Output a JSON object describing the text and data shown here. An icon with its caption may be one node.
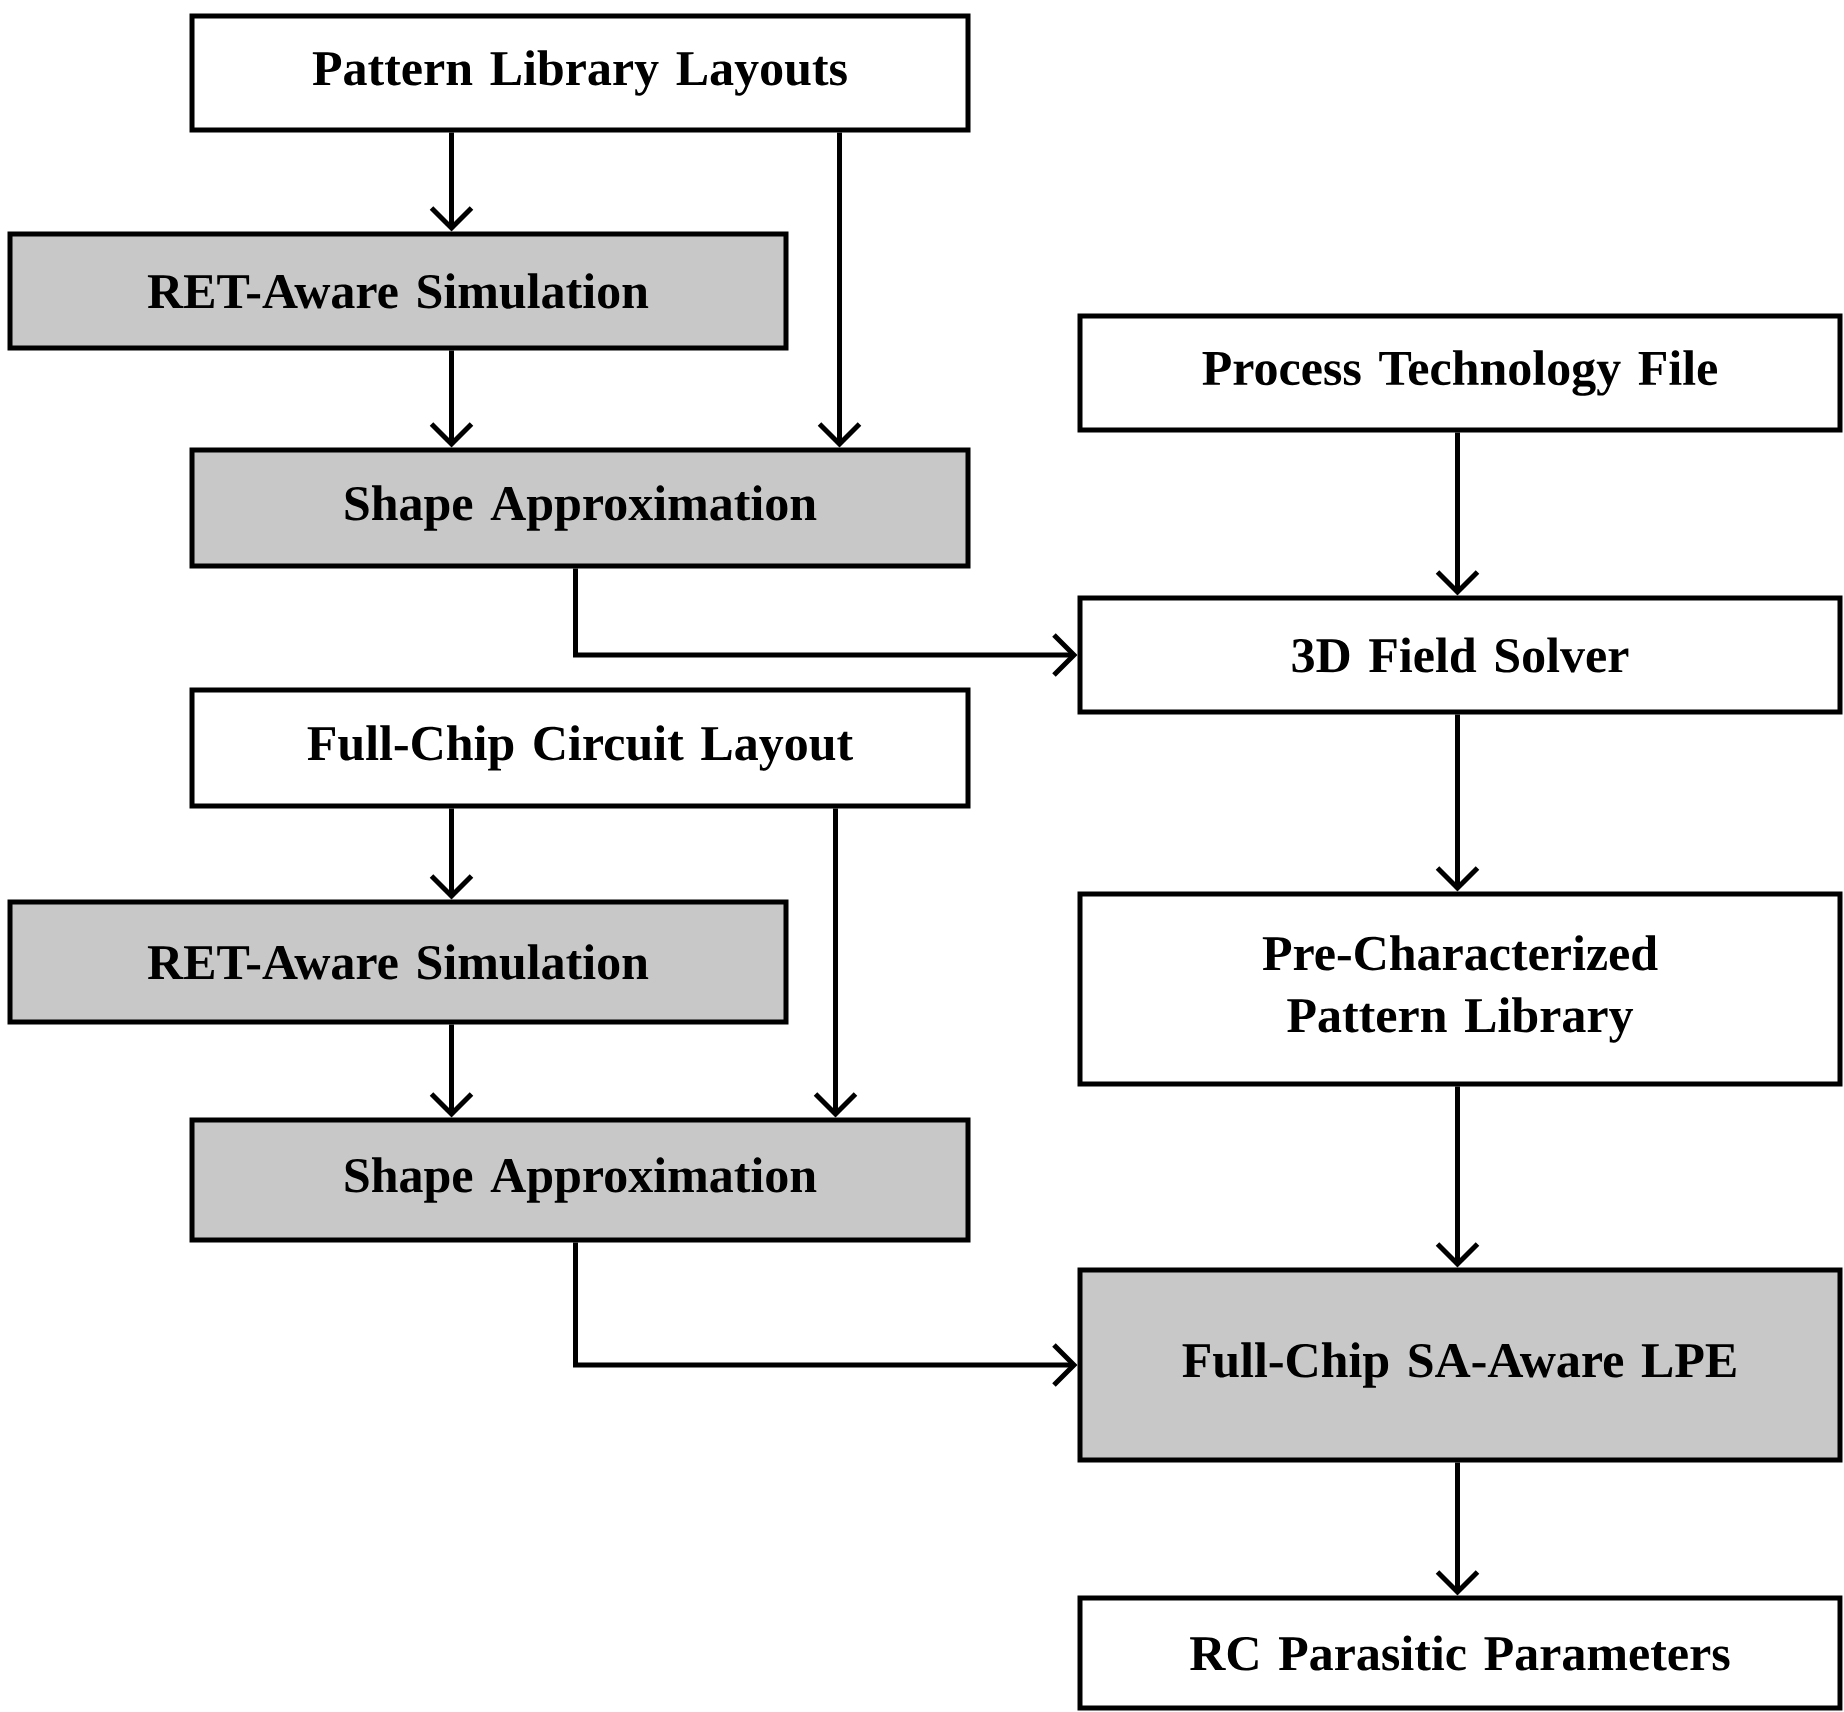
{
  "diagram": {
    "nodes": [
      {
        "text": [
          "Pattern Library Layouts"
        ]
      },
      {
        "text": [
          "RET-Aware Simulation"
        ]
      },
      {
        "text": [
          "Shape Approximation"
        ]
      },
      {
        "text": [
          "Process Technology File"
        ]
      },
      {
        "text": [
          "3D Field Solver"
        ]
      },
      {
        "text": [
          "Full-Chip Circuit Layout"
        ]
      },
      {
        "text": [
          "RET-Aware Simulation"
        ]
      },
      {
        "text": [
          "Shape Approximation"
        ]
      },
      {
        "text": [
          "Pre-Characterized Pattern Library"
        ]
      },
      {
        "text": [
          "Full-Chip SA-Aware LPE"
        ]
      },
      {
        "text": [
          "RC Parasitic Parameters"
        ]
      }
    ],
    "edges": [
      {
        "from": 0,
        "to": 1,
        "arrow": "to"
      },
      {
        "from": 0,
        "to": 2,
        "arrow": "to"
      },
      {
        "from": 1,
        "to": 2,
        "arrow": "to"
      },
      {
        "from": 2,
        "to": 4,
        "arrow": "to"
      },
      {
        "from": 3,
        "to": 4,
        "arrow": "to"
      },
      {
        "from": 4,
        "to": 8,
        "arrow": "to"
      },
      {
        "from": 5,
        "to": 6,
        "arrow": "to"
      },
      {
        "from": 5,
        "to": 7,
        "arrow": "to"
      },
      {
        "from": 6,
        "to": 7,
        "arrow": "to"
      },
      {
        "from": 7,
        "to": 9,
        "arrow": "to"
      },
      {
        "from": 8,
        "to": 9,
        "arrow": "to"
      },
      {
        "from": 9,
        "to": 10,
        "arrow": "to"
      }
    ]
  }
}
